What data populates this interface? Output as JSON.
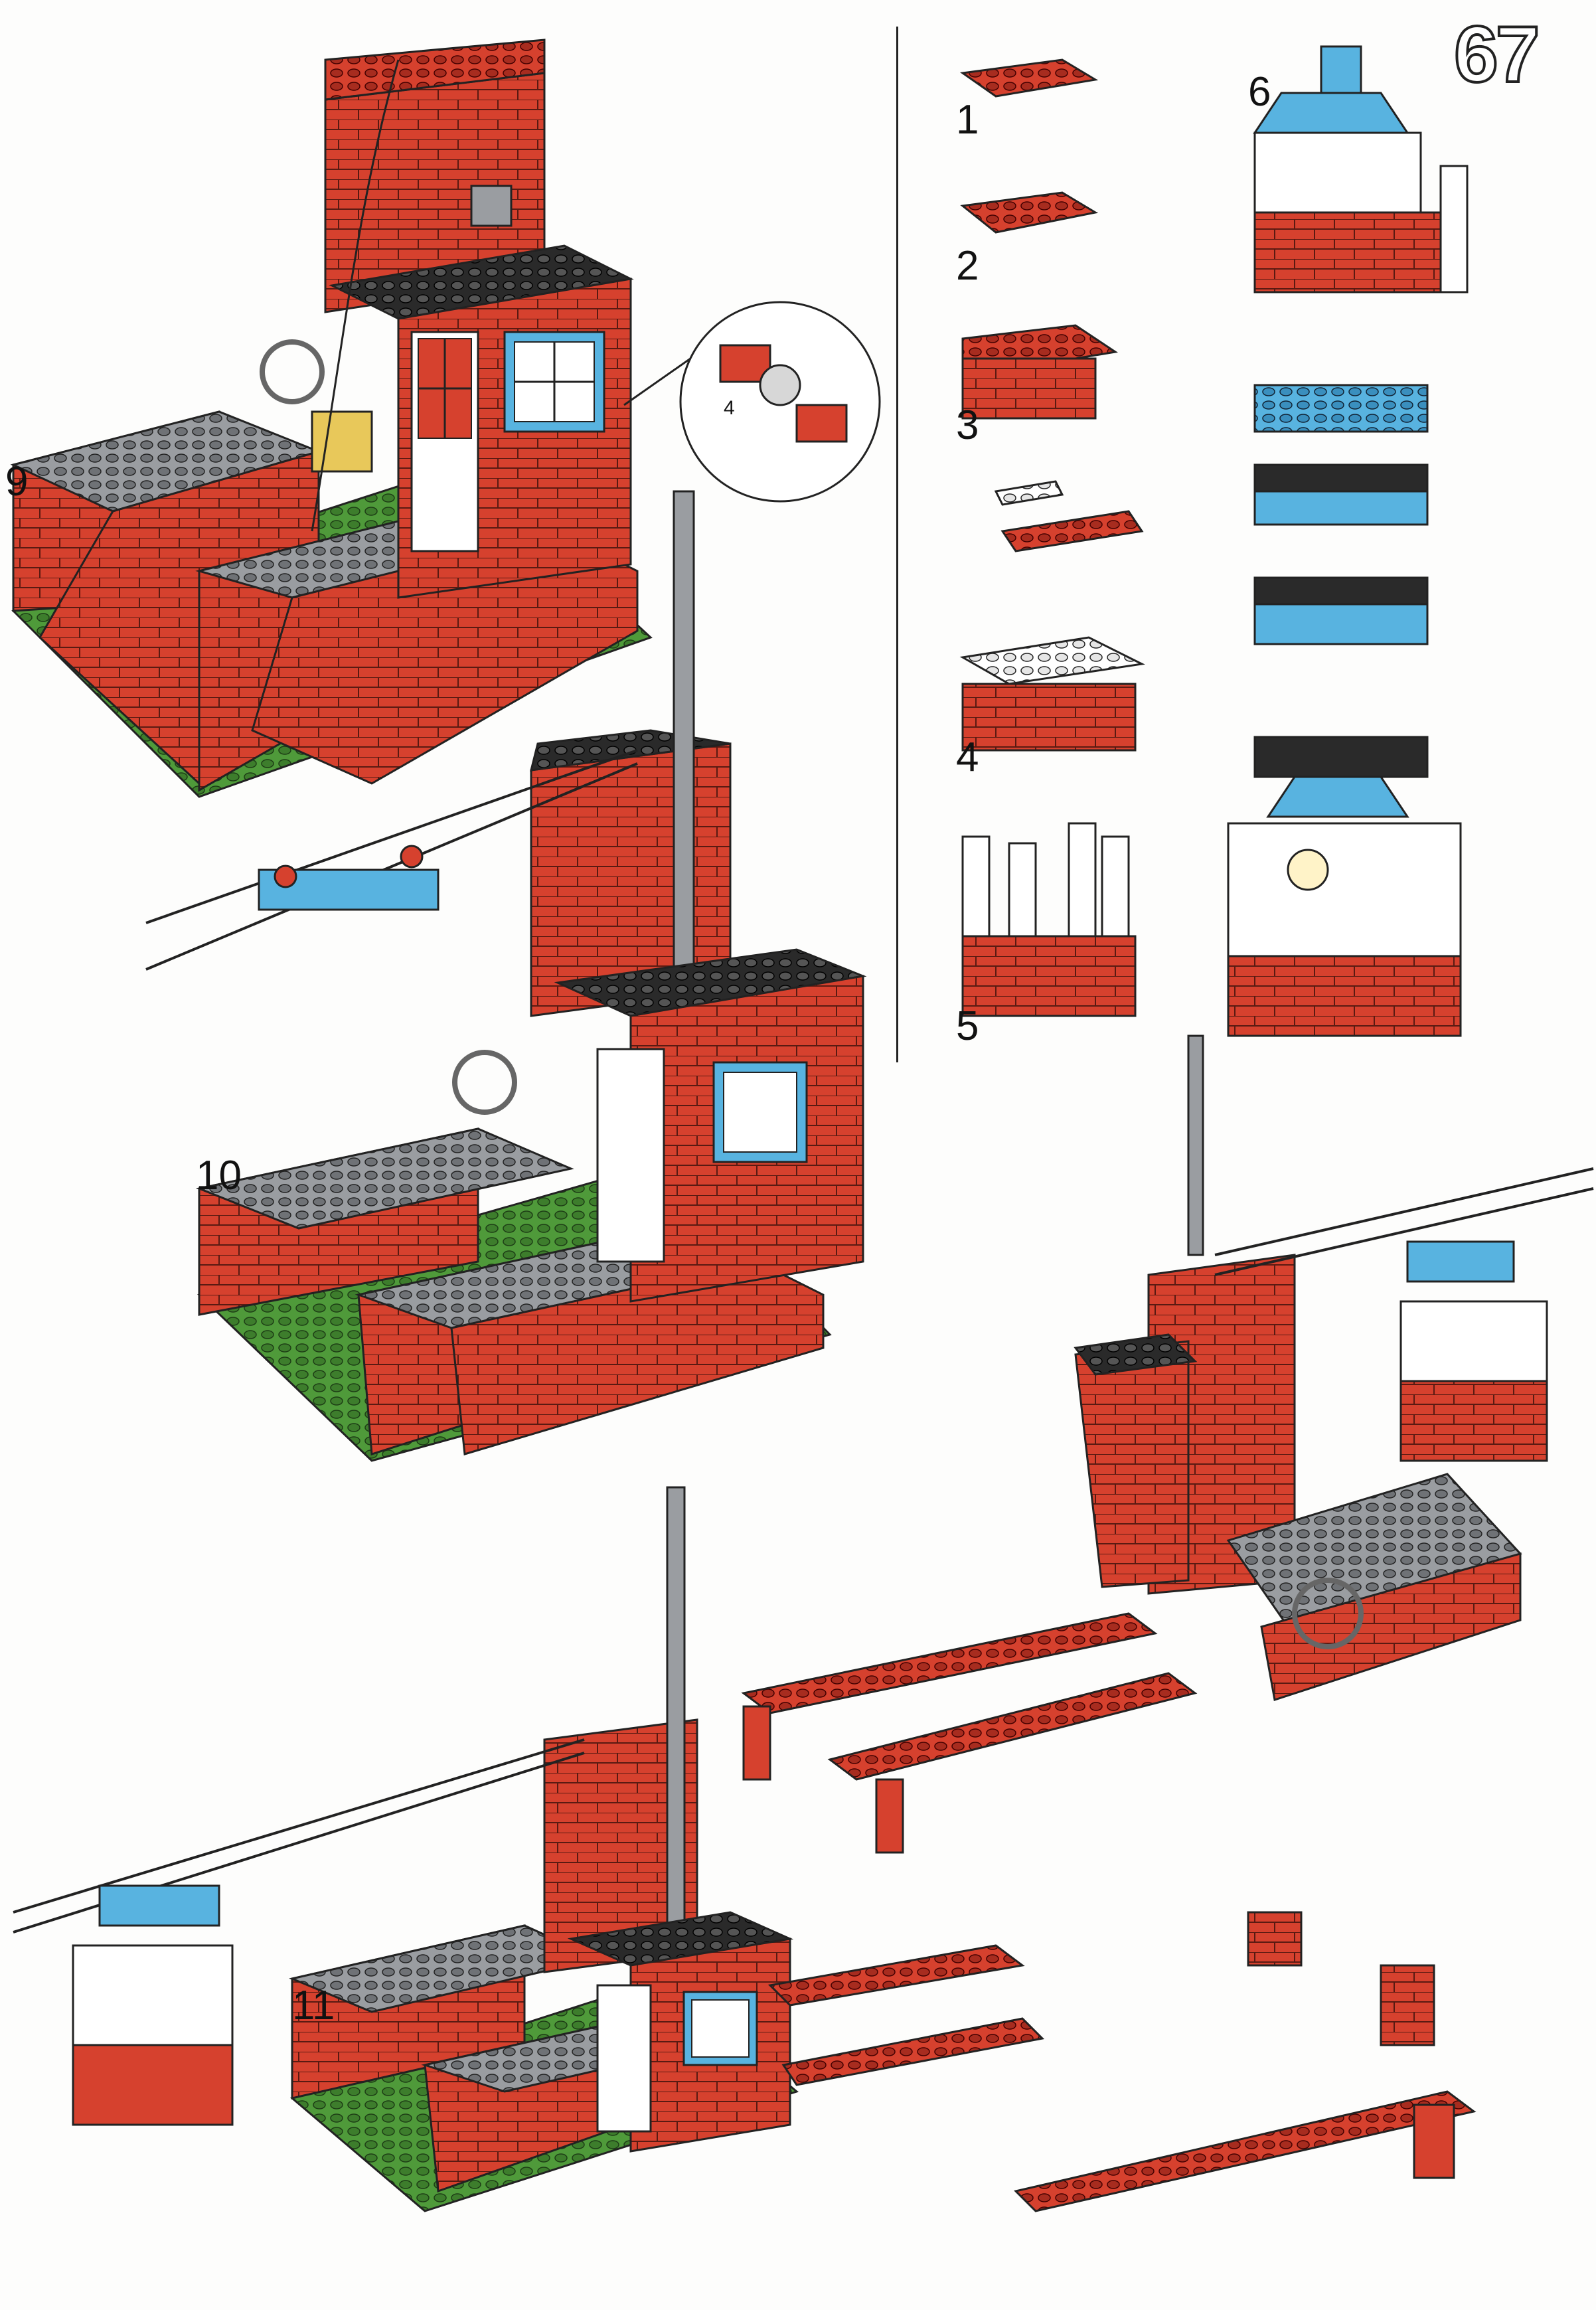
{
  "page": {
    "number": "67"
  },
  "steps": {
    "step9": "9",
    "step10": "10",
    "step11": "11"
  },
  "substeps": {
    "s1": "1",
    "s2": "2",
    "s3": "3",
    "s4": "4",
    "s5": "5",
    "s6": "6"
  },
  "callout": {
    "qty": "4"
  },
  "colors": {
    "red": "#d6412e",
    "red_dark": "#a72c1f",
    "black": "#222222",
    "grey": "#8e9195",
    "blue": "#58b3e0",
    "green": "#4f9a3a",
    "white": "#ffffff"
  }
}
